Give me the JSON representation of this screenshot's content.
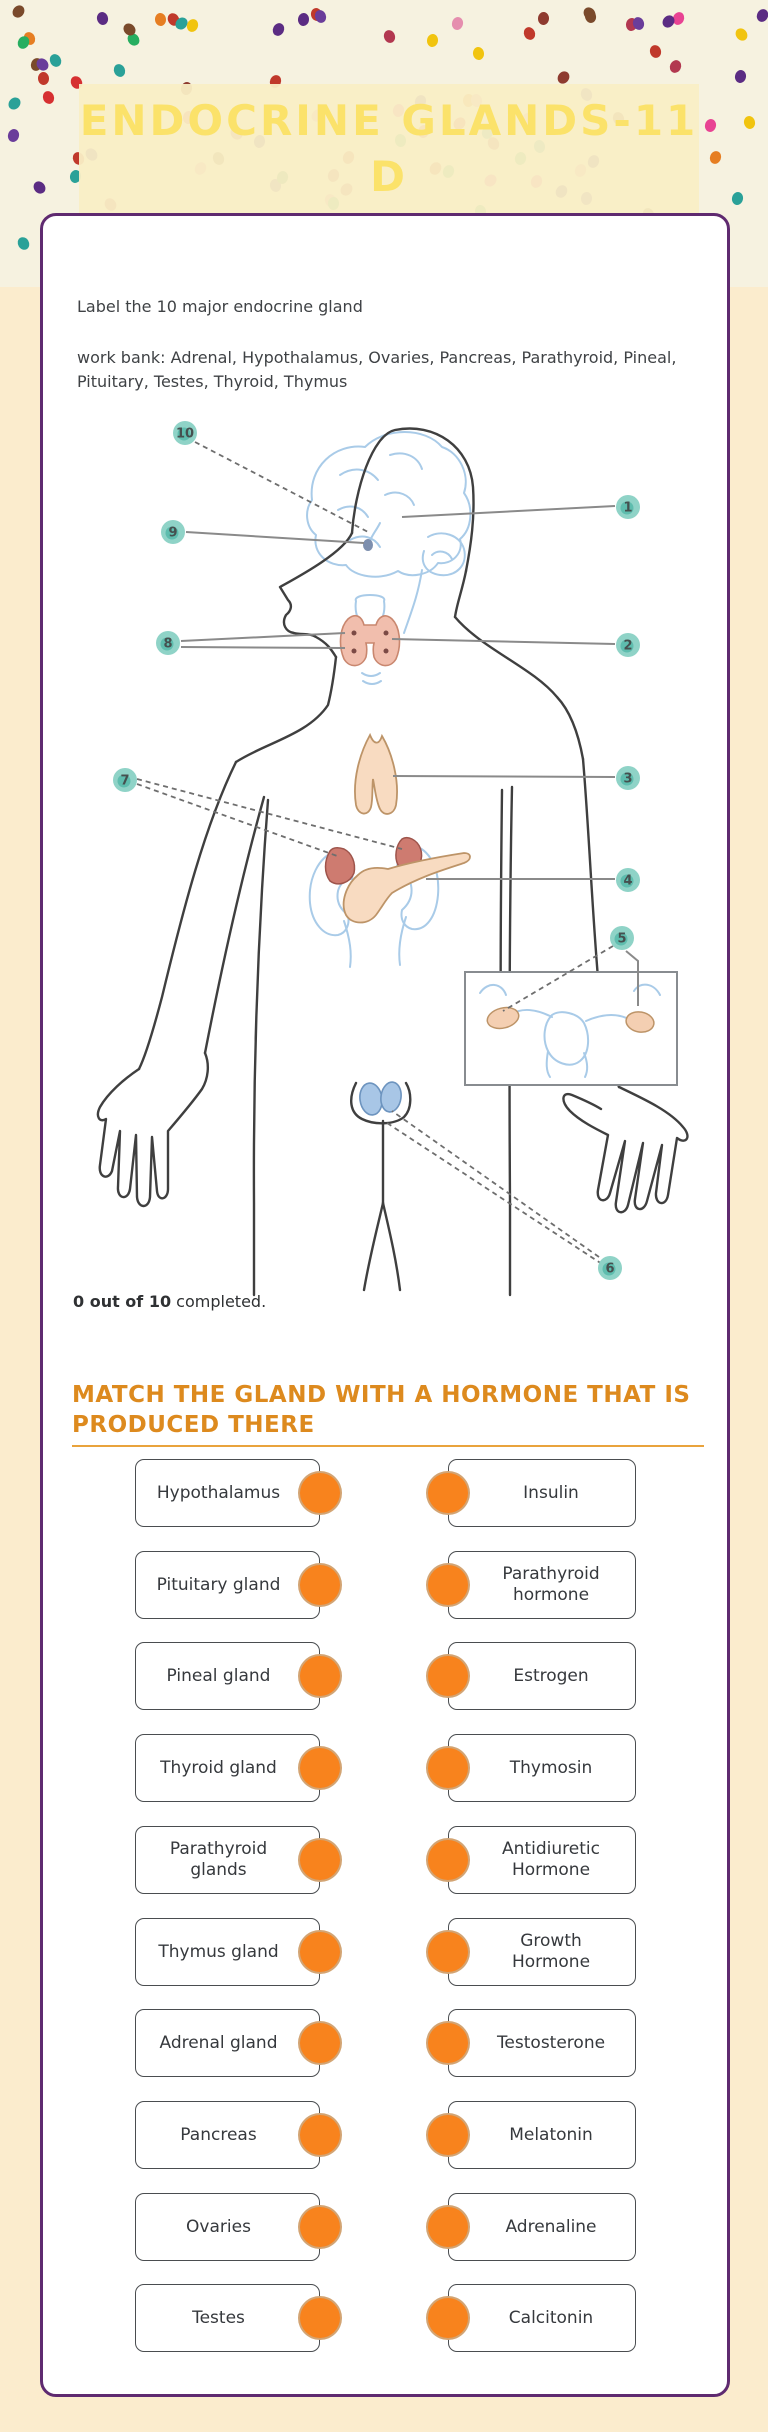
{
  "banner": {
    "title_line1": "ENDOCRINE GLANDS-11",
    "title_line2": "D"
  },
  "worksheet": {
    "label_task": "Label the 10 major endocrine gland",
    "word_bank": "work bank: Adrenal, Hypothalamus, Ovaries, Pancreas, Parathyroid, Pineal, Pituitary, Testes, Thyroid, Thymus",
    "progress_bold": "0 out of 10",
    "progress_rest": " completed.",
    "match_heading": "MATCH THE GLAND WITH A HORMONE THAT IS PRODUCED THERE"
  },
  "diagram": {
    "markers": [
      {
        "number": "1"
      },
      {
        "number": "2"
      },
      {
        "number": "3"
      },
      {
        "number": "4"
      },
      {
        "number": "5"
      },
      {
        "number": "6"
      },
      {
        "number": "7"
      },
      {
        "number": "8"
      },
      {
        "number": "9"
      },
      {
        "number": "10"
      }
    ]
  },
  "match": {
    "pairs": [
      {
        "left": "Hypothalamus",
        "right": "Insulin"
      },
      {
        "left": "Pituitary gland",
        "right": "Parathyroid hormone"
      },
      {
        "left": "Pineal gland",
        "right": "Estrogen"
      },
      {
        "left": "Thyroid gland",
        "right": "Thymosin"
      },
      {
        "left": "Parathyroid glands",
        "right": "Antidiuretic Hormone"
      },
      {
        "left": "Thymus gland",
        "right": "Growth Hormone"
      },
      {
        "left": "Adrenal gland",
        "right": "Testosterone"
      },
      {
        "left": "Pancreas",
        "right": "Melatonin"
      },
      {
        "left": "Ovaries",
        "right": "Adrenaline"
      },
      {
        "left": "Testes",
        "right": "Calcitonin"
      }
    ]
  },
  "colors": {
    "page_background": "#fbeccd",
    "confetti_background": "#f6f2e0",
    "banner_background": "#f9eec5",
    "title_yellow": "#fbe26a",
    "card_border_purple": "#5f2a70",
    "heading_orange": "#dd8a1e",
    "divider_orange": "#e9a33c",
    "match_dot_orange": "#f8831d",
    "marker_teal": "#8fd3c7",
    "confetti_palette": [
      "#c0392b",
      "#8e3b2f",
      "#7a4a2b",
      "#2e8b57",
      "#2aa198",
      "#6a3d9a",
      "#e67e22",
      "#e84393",
      "#f1c40f",
      "#27ae60",
      "#d63031",
      "#e58eae",
      "#5b2c83",
      "#b23850"
    ]
  }
}
